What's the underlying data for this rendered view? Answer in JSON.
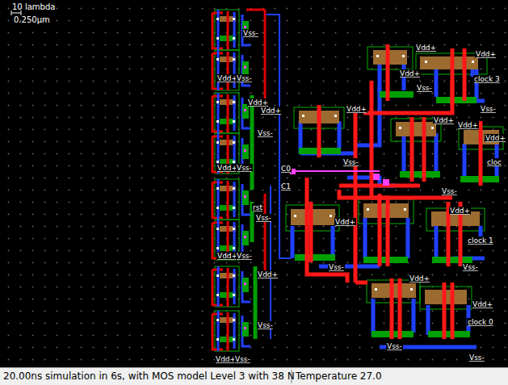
{
  "diagram": {
    "caption": "20.00ns simulation in 6s, with MOS model Level 3 with 38 N",
    "labels": [
      "10 lambda",
      "0.250µm",
      "Vss-",
      "Vdd+",
      "Vss-",
      "Vdd+",
      "Vdd+",
      "Vss-",
      "Vdd+",
      "Vss-",
      "rst",
      "Vss-",
      "Vdd+",
      "Vss-",
      "Vdd+",
      "Vss-",
      "Vdd+",
      "Vss-",
      "C0",
      "C1",
      "Vdd+",
      "Vdd+",
      "Vdd+",
      "Vss-",
      "clock 3",
      "Vss-",
      "Vdd+",
      "Vdd+",
      "Vdd+",
      "Vdd+",
      "Vss-",
      "cloc",
      "Vss-",
      "Vdd+",
      "Vdd+",
      "clock 1",
      "Vss-",
      "Vss-",
      "Vdd+",
      "Vdd+",
      "clock 0",
      "Vss-",
      "Vss-",
      "Temperature 27.0"
    ]
  }
}
